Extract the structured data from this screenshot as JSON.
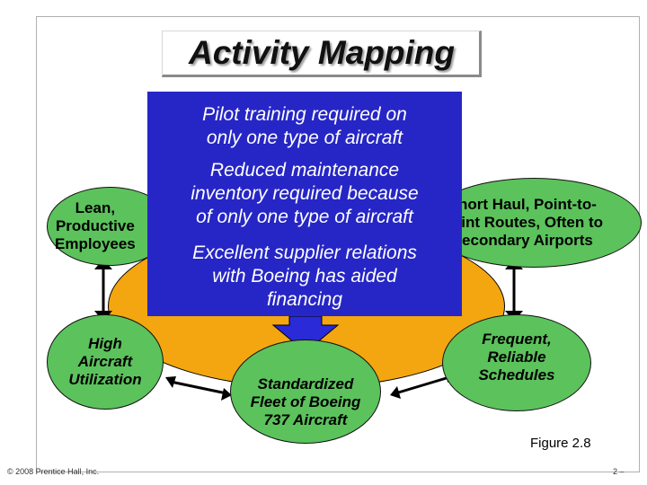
{
  "slide": {
    "title": "Activity Mapping",
    "figure_label": "Figure 2.8",
    "copyright": "© 2008 Prentice Hall, Inc.",
    "page_number": "2 –"
  },
  "nodes": {
    "lean": [
      "Lean,",
      "Productive",
      "Employees"
    ],
    "short_haul": [
      "Short Haul, Point-to-",
      "Point Routes, Often to",
      "Secondary Airports"
    ],
    "high_util": [
      "High",
      "Aircraft",
      "Utilization"
    ],
    "standardized": [
      "Standardized",
      "Fleet of Boeing",
      "737 Aircraft"
    ],
    "frequent": [
      "Frequent,",
      "Reliable",
      "Schedules"
    ]
  },
  "popup": {
    "lines": [
      "Pilot training required on",
      "only one type of aircraft",
      "",
      "Reduced maintenance",
      "inventory required because",
      "of only one type of aircraft",
      "",
      "Excellent supplier relations",
      "with Boeing has aided",
      "financing"
    ]
  },
  "colors": {
    "node_fill": "#5cc25c",
    "center_fill": "#f3a60f",
    "popup_fill": "#2626c6",
    "arrow_fill": "#2a2ad8"
  }
}
